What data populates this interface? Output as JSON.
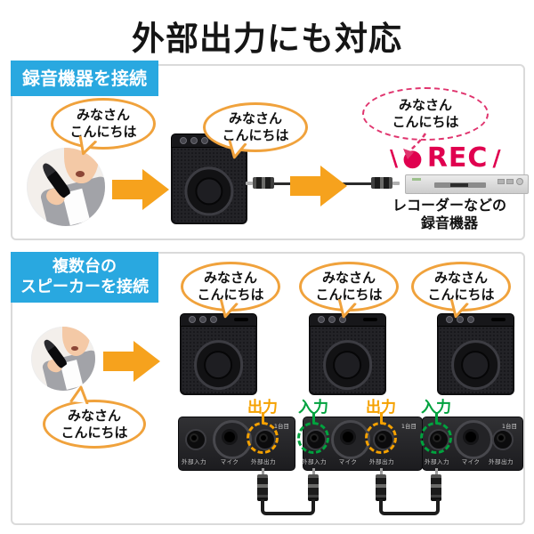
{
  "title": "外部出力にも対応",
  "colors": {
    "accent_blue": "#29a8e0",
    "arrow_orange": "#f6a21d",
    "bubble_orange": "#f0a23c",
    "rec_pink": "#e0004f",
    "output_orange": "#f5a100",
    "input_green": "#00a23e"
  },
  "section1": {
    "label": "録音機器を接続",
    "bubble": {
      "l1": "みなさん",
      "l2": "こんにちは"
    },
    "rec": {
      "slash_left": "\\",
      "record_dot": "●",
      "label": "REC",
      "slash_right": "/"
    },
    "caption": {
      "l1": "レコーダーなどの",
      "l2": "録音機器"
    }
  },
  "section2": {
    "label": {
      "l1": "複数台の",
      "l2": "スピーカーを接続"
    },
    "bubble": {
      "l1": "みなさん",
      "l2": "こんにちは"
    },
    "io": {
      "output": "出力",
      "input": "入力"
    },
    "panel": {
      "unit": "1台目",
      "aux_in": "外部入力",
      "mic": "マイク",
      "aux_out": "外部出力"
    }
  }
}
